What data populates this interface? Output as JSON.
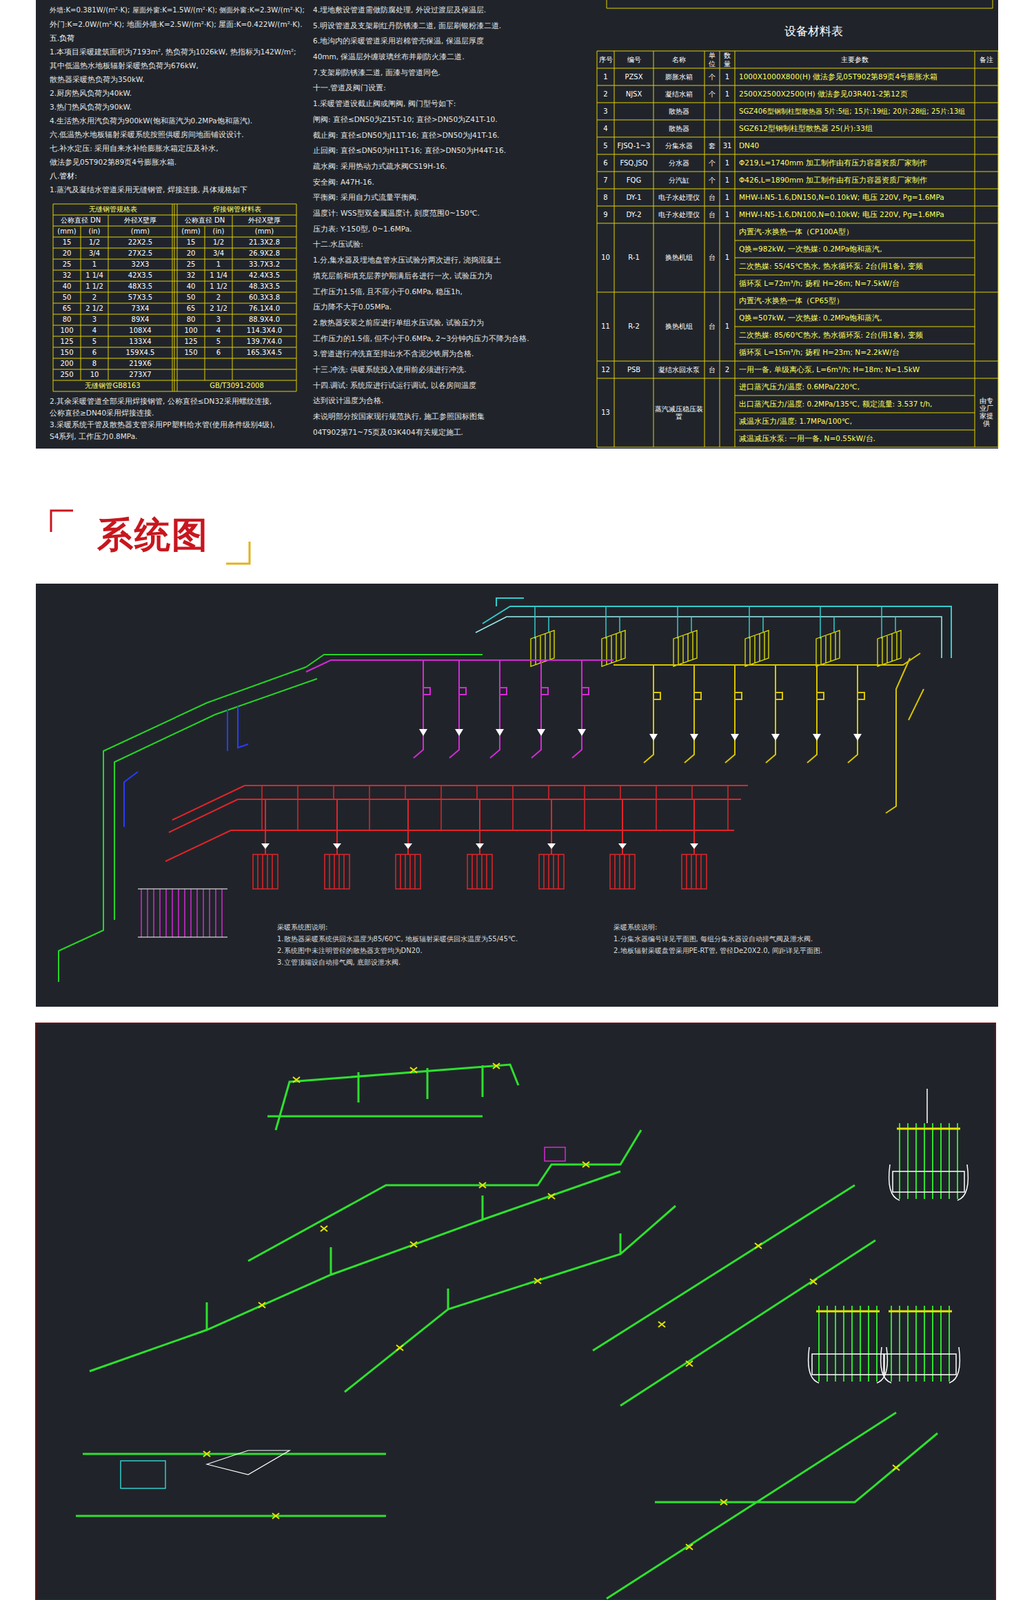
{
  "diagram": {
    "title": "系统图",
    "labels": [
      "外墙:K=0.381W/(m²·K); 屋面外窗:K=1.5W/(m²·K); 侧面外窗:K=2.3W/(m²·K);",
      "外门:K=2.0W/(m²·K); 地面外墙:K=2.5W/(m²·K); 屋面:K=0.422W/(m²·K).",
      "五.负荷",
      "1.本项目采暖建筑面积为7193m², 热负荷为1026kW, 热指标为142W/m²;",
      "其中低温热水地板辐射采暖热负荷为676kW,",
      "散热器采暖热负荷为350kW.",
      "2.厨房热风负荷为40kW.",
      "3.热门热风负荷为90kW.",
      "4.生活热水用汽负荷为900kW(饱和蒸汽为0.2MPa饱和蒸汽).",
      "六.低温热水地板辐射采暖系统按照供暖房间地面铺设设计.",
      "七.补水定压: 采用自来水补给膨胀水箱定压及补水,",
      "做法参见05T902第89页4号膨胀水箱.",
      "八.管材:",
      "1.蒸汽及凝结水管道采用无缝钢管, 焊接连接, 具体规格如下",
      "无缝钢管规格表",
      "焊接钢管材料表",
      "公称直径 DN",
      "外径X壁厚",
      "(mm)",
      "(in)",
      "(mm)",
      "公称直径 DN",
      "外径X壁厚",
      "(mm)",
      "(in)",
      "(mm)",
      "15",
      "1/2",
      "22X2.5",
      "20",
      "3/4",
      "27X2.5",
      "25",
      "1",
      "32X3",
      "32",
      "1 1/4",
      "42X3.5",
      "40",
      "1 1/2",
      "48X3.5",
      "50",
      "2",
      "57X3.5",
      "65",
      "2 1/2",
      "73X4",
      "80",
      "3",
      "89X4",
      "100",
      "4",
      "108X4",
      "125",
      "5",
      "133X4",
      "150",
      "6",
      "159X4.5",
      "200",
      "8",
      "219X6",
      "250",
      "10",
      "273X7",
      "15",
      "1/2",
      "21.3X2.8",
      "20",
      "3/4",
      "26.9X2.8",
      "25",
      "1",
      "33.7X3.2",
      "32",
      "1 1/4",
      "42.4X3.5",
      "40",
      "1 1/2",
      "48.3X3.5",
      "50",
      "2",
      "60.3X3.8",
      "65",
      "2 1/2",
      "76.1X4.0",
      "80",
      "3",
      "88.9X4.0",
      "100",
      "4",
      "114.3X4.0",
      "125",
      "5",
      "139.7X4.0",
      "150",
      "6",
      "165.3X4.5",
      "无缝钢管GB8163",
      "GB/T3091-2008",
      "2.其余采暖管道全部采用焊接钢管, 公称直径≤DN32采用螺纹连接,",
      "公称直径≥DN40采用焊接连接.",
      "3.采暖系统干管及散热器支管采用PP塑料给水管(使用条件级别4级),",
      "S4系列, 工作压力0.8MPa.",
      "4.埋地敷设管道需做防腐处理, 外设过渡层及保温层.",
      "5.明设管道及支架刷红丹防锈漆二道, 面层刷银粉漆二道.",
      "6.地沟内的采暖管道采用岩棉管壳保温, 保温层厚度",
      "40mm, 保温层外缠玻璃丝布并刷防火漆二道.",
      "7.支架刷防锈漆二道, 面漆与管道同色.",
      "十一.管道及阀门设置:",
      "1.采暖管道设截止阀或闸阀, 阀门型号如下:",
      "闸阀: 直径≤DN50为Z15T-10; 直径>DN50为Z41T-10.",
      "截止阀: 直径≤DN50为J11T-16; 直径>DN50为J41T-16.",
      "止回阀: 直径≤DN50为H11T-16; 直径>DN50为H44T-16.",
      "疏水阀: 采用热动力式疏水阀CS19H-16.",
      "安全阀: A47H-16.",
      "平衡阀: 采用自力式流量平衡阀.",
      "温度计: WSS型双金属温度计, 刻度范围0~150℃.",
      "压力表: Y-150型, 0~1.6MPa.",
      "十二.水压试验:",
      "1.分,集水器及埋地盘管水压试验分两次进行, 浇捣混凝土",
      "填充层前和填充层养护期满后各进行一次, 试验压力为",
      "工作压力1.5倍, 且不应小于0.6MPa, 稳压1h,",
      "压力降不大于0.05MPa.",
      "2.散热器安装之前应进行单组水压试验, 试验压力为",
      "工作压力的1.5倍, 但不小于0.6MPa, 2~3分钟内压力不降为合格.",
      "3.管道进行冲洗直至排出水不含泥沙铁屑为合格.",
      "十三.冲洗: 供暖系统投入使用前必须进行冲洗.",
      "十四.调试: 系统应进行试运行调试, 以各房间温度",
      "达到设计温度为合格.",
      "未说明部分按国家现行规范执行, 施工参照国标图集",
      "04T902第71~75页及03K404有关规定施工.",
      "设备材料表",
      "序号",
      "编号",
      "名称",
      "单位",
      "数量",
      "主要参数",
      "备注",
      "1",
      "PZSX",
      "膨胀水箱",
      "个",
      "1",
      "1000X1000X800(H)   做法参见05T902第89页4号膨胀水箱",
      "2",
      "NJSX",
      "凝结水箱",
      "个",
      "1",
      "2500X2500X2500(H)   做法参见03R401-2第12页",
      "3",
      "散热器",
      "SGZ406型钢制柱型散热器 5片:5组; 15片:19组; 20片:28组; 25片:13组",
      "4",
      "散热器",
      "SGZ612型钢制柱型散热器 25(片):33组",
      "5",
      "FJSQ-1~3",
      "分集水器",
      "套",
      "31",
      "DN40",
      "6",
      "FSQ,JSQ",
      "分水器",
      "个",
      "1",
      "Φ219,L=1740mm   加工制作由有压力容器资质厂家制作",
      "7",
      "FQG",
      "分汽缸",
      "个",
      "1",
      "Φ426,L=1890mm   加工制作由有压力容器资质厂家制作",
      "8",
      "DY-1",
      "电子水处理仪",
      "台",
      "1",
      "MHW-I-N5-1.6,DN150,N=0.10kW; 电压 220V, Pg=1.6MPa",
      "9",
      "DY-2",
      "电子水处理仪",
      "台",
      "1",
      "MHW-I-N5-1.6,DN100,N=0.10kW; 电压 220V, Pg=1.6MPa",
      "10",
      "R-1",
      "换热机组",
      "台",
      "1",
      "内置汽-水换热一体（CP100A型）",
      "Q换=982kW, 一次热媒: 0.2MPa饱和蒸汽,",
      "二次热媒: 55/45℃热水, 热水循环泵: 2台(用1备), 变频",
      "循环泵 L=72m³/h; 扬程 H=26m; N=7.5kW/台",
      "11",
      "R-2",
      "换热机组",
      "台",
      "1",
      "内置汽-水换热一体（CP65型）",
      "Q换=507kW, 一次热媒: 0.2MPa饱和蒸汽,",
      "二次热媒: 85/60℃热水, 热水循环泵: 2台(用1备), 变频",
      "循环泵 L=15m³/h; 扬程 H=23m; N=2.2kW/台",
      "12",
      "PSB",
      "凝结水回水泵",
      "台",
      "2",
      "一用一备, 单级离心泵, L=6m³/h; H=18m; N=1.5kW",
      "13",
      "蒸汽减压稳压装置",
      "进口蒸汽压力/温度: 0.6MPa/220℃,",
      "出口蒸汽压力/温度: 0.2MPa/135℃, 额定流量: 3.537 t/h,",
      "减温水压力/温度: 1.7MPa/100℃,",
      "减温减压水泵: 一用一备, N=0.55kW/台.",
      "由专业厂家提供",
      "采暖系统图说明:",
      "1.散热器采暖系统供回水温度为85/60℃, 地板辐射采暖供回水温度为55/45℃.",
      "2.系统图中未注明管径的散热器支管均为DN20.",
      "3.立管顶端设自动排气阀, 底部设泄水阀.",
      "采暖系统说明:",
      "1.分集水器编号详见平面图, 每组分集水器设自动排气阀及泄水阀.",
      "2.地板辐射采暖盘管采用PE-RT管, 管径De20X2.0, 间距详见平面图."
    ]
  }
}
